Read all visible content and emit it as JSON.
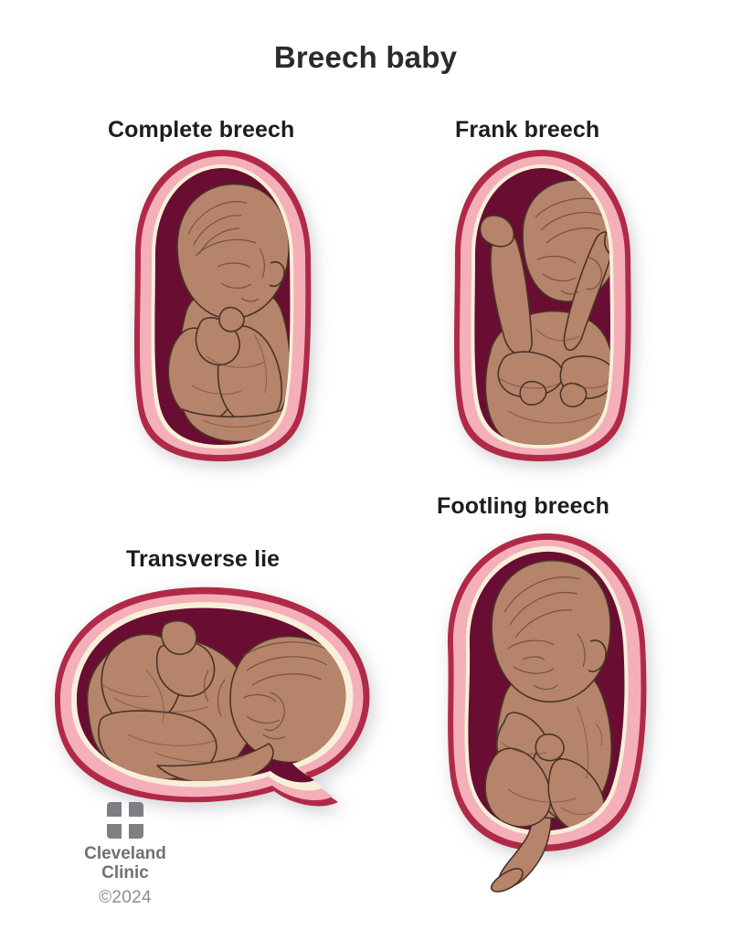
{
  "figure": {
    "title": "Breech baby",
    "background_color": "#ffffff",
    "title_color": "#2b2b2b"
  },
  "palette": {
    "uterus_outline": "#b02a47",
    "uterus_wall_pink": "#f4afb8",
    "membrane_cream": "#f7efd9",
    "amniotic_cavity": "#6b1030",
    "baby_skin": "#b5846b",
    "baby_line": "#4a3327",
    "logo_gray": "#7d7f82",
    "label_text": "#1d1d1d"
  },
  "panels": [
    {
      "id": "complete-breech",
      "label": "Complete breech",
      "description": "Baby head-up with both knees bent and feet tucked near the buttocks inside a vertical oval uterus."
    },
    {
      "id": "frank-breech",
      "label": "Frank breech",
      "description": "Baby head-up with both legs extended straight upward and feet near the head inside a vertical oval uterus."
    },
    {
      "id": "transverse-lie",
      "label": "Transverse lie",
      "description": "Baby lying sideways across a wide horizontal oval uterus with the head toward the right."
    },
    {
      "id": "footling-breech",
      "label": "Footling breech",
      "description": "Baby head-up with one foot extended down and out through the bottom of the uterus."
    }
  ],
  "footer": {
    "logo_name": "cleveland-clinic-logo",
    "brand_line_1": "Cleveland",
    "brand_line_2": "Clinic",
    "copyright": "©2024"
  }
}
